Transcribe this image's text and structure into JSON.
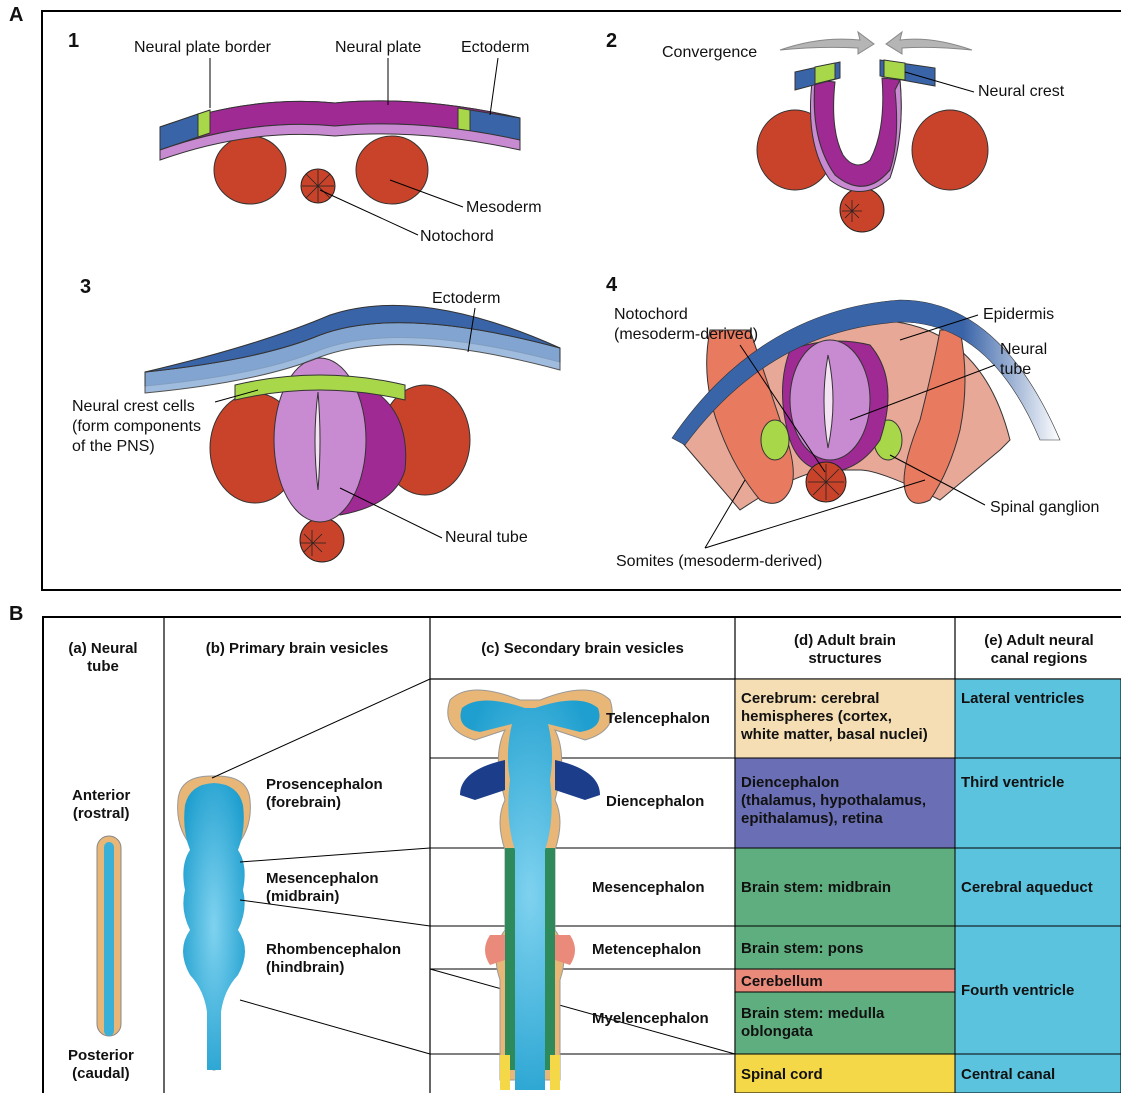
{
  "panels": {
    "a": "A",
    "b": "B"
  },
  "stage1": {
    "number": "1",
    "labels": {
      "neural_plate_border": "Neural plate border",
      "neural_plate": "Neural plate",
      "ectoderm": "Ectoderm",
      "mesoderm": "Mesoderm",
      "notochord": "Notochord"
    }
  },
  "stage2": {
    "number": "2",
    "labels": {
      "convergence": "Convergence",
      "neural_crest": "Neural crest"
    }
  },
  "stage3": {
    "number": "3",
    "labels": {
      "ectoderm": "Ectoderm",
      "neural_crest_cells": "Neural crest cells\n(form components\nof the PNS)",
      "neural_tube": "Neural tube"
    }
  },
  "stage4": {
    "number": "4",
    "labels": {
      "notochord": "Notochord\n(mesoderm-derived)",
      "epidermis": "Epidermis",
      "neural_tube": "Neural\ntube",
      "spinal_ganglion": "Spinal ganglion",
      "somites": "Somites (mesoderm-derived)"
    }
  },
  "table": {
    "headers": {
      "a": "(a) Neural\ntube",
      "b": "(b) Primary brain vesicles",
      "c": "(c) Secondary brain vesicles",
      "d": "(d) Adult brain\nstructures",
      "e": "(e) Adult neural\ncanal regions"
    },
    "neural_tube": {
      "anterior": "Anterior\n(rostral)",
      "posterior": "Posterior\n(caudal)"
    },
    "primary": {
      "prosencephalon": "Prosencephalon\n(forebrain)",
      "mesencephalon": "Mesencephalon\n(midbrain)",
      "rhombencephalon": "Rhombencephalon\n(hindbrain)"
    },
    "secondary": {
      "telencephalon": "Telencephalon",
      "diencephalon": "Diencephalon",
      "mesencephalon": "Mesencephalon",
      "metencephalon": "Metencephalon",
      "myelencephalon": "Myelencephalon"
    },
    "adult_structures": {
      "cerebrum": "Cerebrum: cerebral\nhemispheres (cortex,\nwhite matter, basal nuclei)",
      "diencephalon": "Diencephalon\n(thalamus, hypothalamus,\nepithalamus), retina",
      "midbrain": "Brain stem: midbrain",
      "pons": "Brain stem: pons",
      "cerebellum": "Cerebellum",
      "medulla": "Brain stem: medulla\noblongata",
      "spinal_cord": "Spinal cord"
    },
    "canal_regions": {
      "lateral": "Lateral ventricles",
      "third": "Third ventricle",
      "aqueduct": "Cerebral aqueduct",
      "fourth": "Fourth ventricle",
      "central": "Central canal"
    },
    "colors": {
      "cerebrum": "#f5deb3",
      "diencephalon": "#6a6fb5",
      "brainstem": "#5fae7f",
      "cerebellum": "#e98a7a",
      "spinal_cord": "#f5d848",
      "canal": "#5bc3de",
      "tube_blue": "#3ab0d8",
      "tube_wall": "#e8b676"
    }
  }
}
